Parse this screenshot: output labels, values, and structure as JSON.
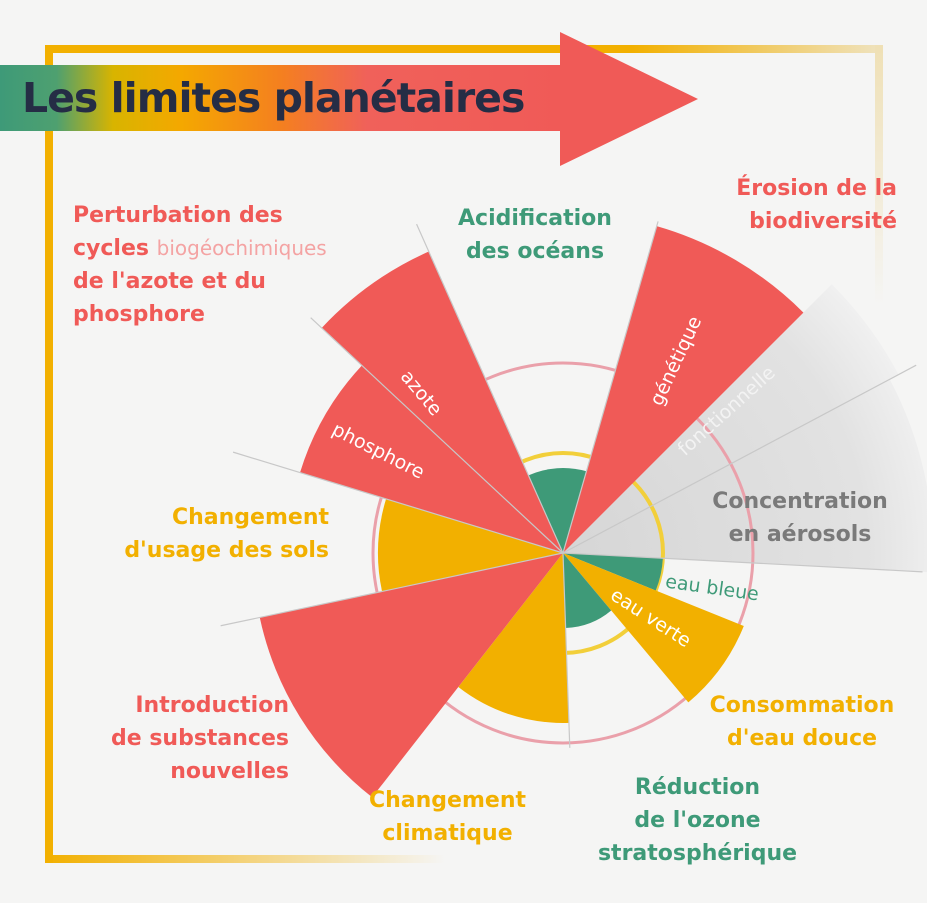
{
  "title": "Les limites planétaires",
  "colors": {
    "exceeded": "#f05a57",
    "at_risk": "#f2b000",
    "safe": "#3e9a78",
    "unquantified": "#d9d9d9"
  },
  "boundaries": {
    "biogeochemical": {
      "line1": "Perturbation des",
      "line2a": "cycles ",
      "line2b": "biogéochimiques",
      "line3": "de l'azote et du",
      "line4": "phosphore",
      "status": "exceeded"
    },
    "ocean_acidification": {
      "line1": "Acidification",
      "line2": "des océans",
      "status": "safe"
    },
    "biodiversity": {
      "line1": "Érosion de la",
      "line2": "biodiversité",
      "status": "exceeded"
    },
    "aerosols": {
      "line1": "Concentration",
      "line2": "en aérosols",
      "status": "unquantified"
    },
    "land_use": {
      "line1": "Changement",
      "line2": "d'usage des sols",
      "status": "at_risk"
    },
    "novel_entities": {
      "line1": "Introduction",
      "line2": "de substances",
      "line3": "nouvelles",
      "status": "exceeded"
    },
    "climate": {
      "line1": "Changement",
      "line2": "climatique",
      "status": "at_risk"
    },
    "ozone": {
      "line1": "Réduction",
      "line2": "de l'ozone",
      "line3": "stratosphérique",
      "status": "safe"
    },
    "freshwater": {
      "line1": "Consommation",
      "line2": "d'eau douce",
      "status": "at_risk"
    }
  },
  "sub_labels": {
    "azote": "azote",
    "phosphore": "phosphore",
    "genetique": "génétique",
    "fonctionnelle": "fonctionnelle",
    "eau_bleue": "eau bleue",
    "eau_verte": "eau verte"
  }
}
